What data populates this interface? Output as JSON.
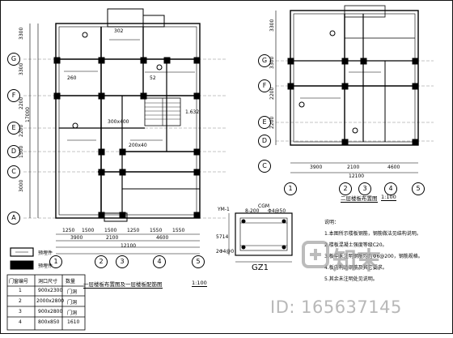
{
  "left_plan": {
    "grid_rows": [
      "G",
      "F",
      "E",
      "D",
      "C",
      "A"
    ],
    "grid_cols": [
      "1",
      "2",
      "3",
      "4",
      "5"
    ],
    "dims_left": [
      "3300",
      "3300",
      "2200",
      "2200",
      "1500",
      "3000"
    ],
    "dim_total_left": "17000",
    "dims_bottom_1": [
      "1250",
      "1500",
      "1500",
      "1250",
      "1550",
      "1550"
    ],
    "dims_bottom_2": [
      "3900",
      "2100",
      "4600"
    ],
    "dim_total_bottom": "12100",
    "notes": [
      "302",
      "260",
      "52",
      "1.632",
      "300x400",
      "200x40"
    ],
    "title": "一层楼板布置图及一层楼板配筋图",
    "scale": "1:100"
  },
  "right_plan": {
    "grid_rows": [
      "G",
      "F",
      "E",
      "D",
      "C"
    ],
    "dims_left": [
      "3300",
      "3300",
      "2200",
      "2200"
    ],
    "dims_bottom": [
      "3900",
      "2100",
      "4600"
    ],
    "dim_total_bottom": "12100",
    "grid_cols": [
      "1",
      "2",
      "3",
      "4",
      "5"
    ],
    "title": "二层楼板布置图",
    "scale": "1:100"
  },
  "legend": {
    "item1": "预埋件",
    "item2": "预埋件"
  },
  "table": {
    "headers": [
      "门窗编号",
      "洞口尺寸",
      "数量"
    ],
    "rows": [
      [
        "1",
        "900x2300",
        "门洞"
      ],
      [
        "2",
        "2000x2800",
        "门洞"
      ],
      [
        "3",
        "900x2800",
        "门洞"
      ],
      [
        "4",
        "800x850",
        "1610"
      ]
    ]
  },
  "column_detail": {
    "labels": [
      "YM-1",
      "CGM",
      "5714",
      "2Φ4@0"
    ],
    "dims": [
      "8-200",
      "Φ4@50"
    ],
    "title": "GZ1"
  },
  "notes": {
    "heading": "说明：",
    "lines": [
      "1.本图所示楼板钢筋，钢筋做法见结构说明。",
      "2.楼板混凝土强度等级C20。",
      "3.板中未注明钢筋均为Φ6@200，钢筋规格。",
      "4.板内构造钢筋及其它要求。",
      "5.其余未注明处见说明。"
    ]
  },
  "watermark": {
    "logo_text": "知末",
    "id_text": "ID: 165637145"
  }
}
